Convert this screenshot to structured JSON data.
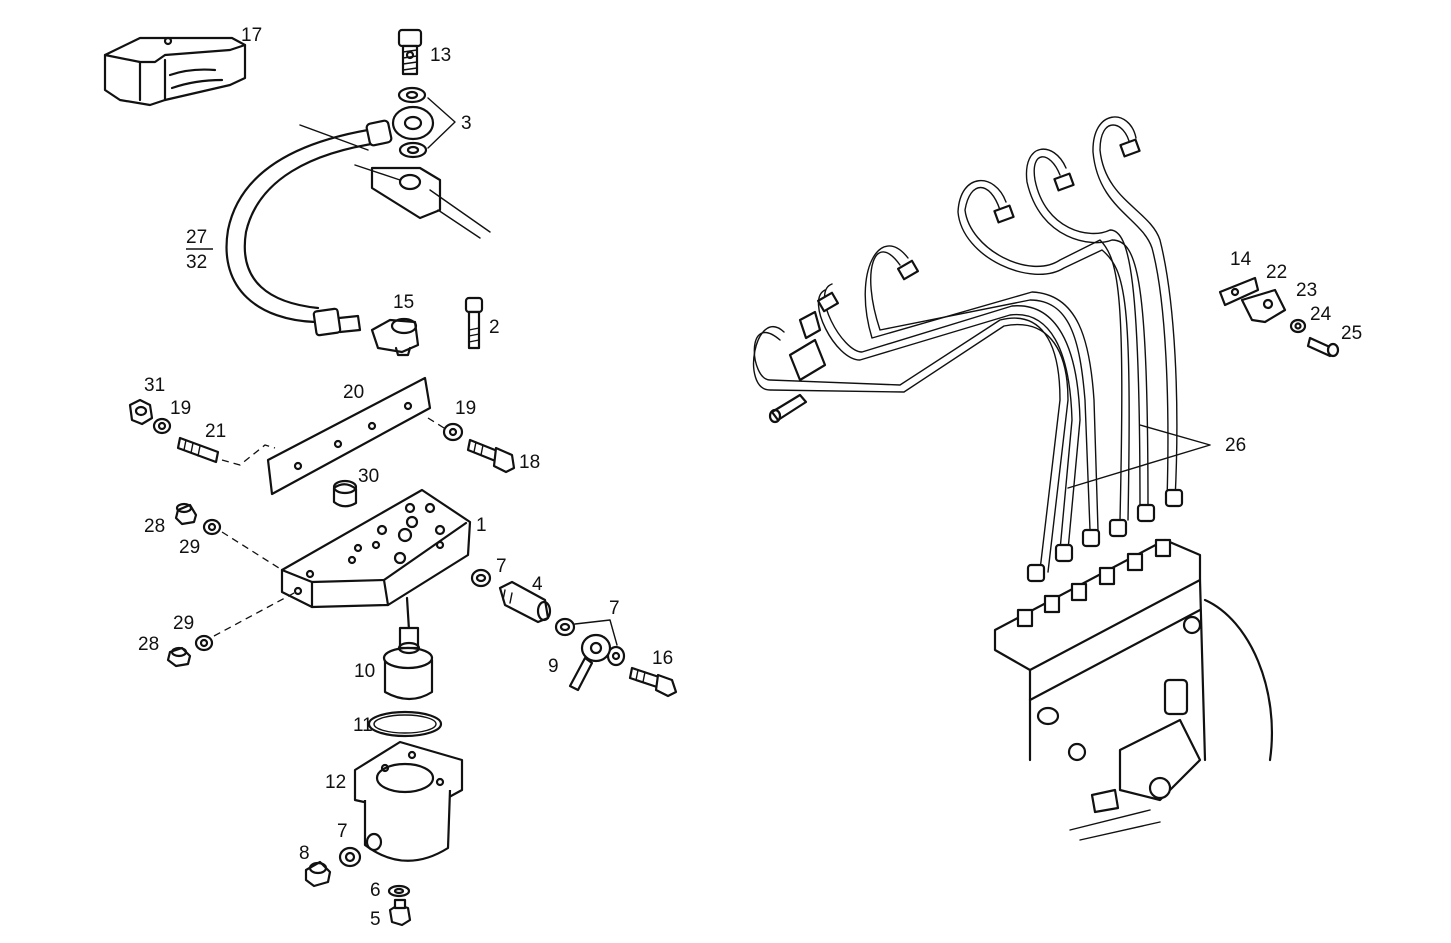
{
  "labels": {
    "l1": "1",
    "l2": "2",
    "l3": "3",
    "l4": "4",
    "l5": "5",
    "l6": "6",
    "l7a": "7",
    "l7b": "7",
    "l7c": "7",
    "l8": "8",
    "l9": "9",
    "l10": "10",
    "l11": "11",
    "l12": "12",
    "l13": "13",
    "l14": "14",
    "l15": "15",
    "l16": "16",
    "l17": "17",
    "l18": "18",
    "l19a": "19",
    "l19b": "19",
    "l20": "20",
    "l21": "21",
    "l22": "22",
    "l23": "23",
    "l24": "24",
    "l25": "25",
    "l26": "26",
    "l27": "27",
    "l28a": "28",
    "l28b": "28",
    "l29a": "29",
    "l29b": "29",
    "l30": "30",
    "l31": "31",
    "l32": "32"
  }
}
